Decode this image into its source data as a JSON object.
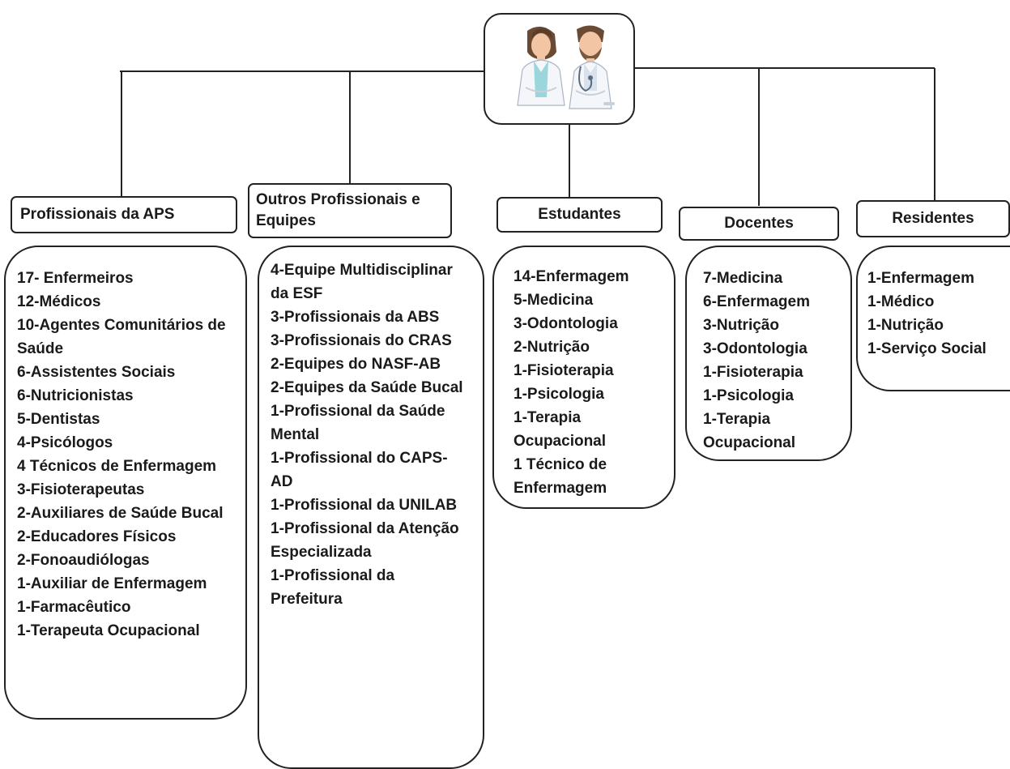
{
  "root": {
    "icon": "doctors-illustration-icon"
  },
  "columns": [
    {
      "header": "Profissionais da APS",
      "items": [
        "17- Enfermeiros",
        "12-Médicos",
        "10-Agentes Comunitários de Saúde",
        "6-Assistentes Sociais",
        "6-Nutricionistas",
        "5-Dentistas",
        "4-Psicólogos",
        "4 Técnicos de Enfermagem",
        "3-Fisioterapeutas",
        "2-Auxiliares de Saúde Bucal",
        "2-Educadores Físicos",
        "2-Fonoaudiólogas",
        "1-Auxiliar de Enfermagem",
        "1-Farmacêutico",
        "1-Terapeuta Ocupacional"
      ]
    },
    {
      "header": "Outros Profissionais e Equipes",
      "items": [
        "4-Equipe Multidisciplinar da ESF",
        "3-Profissionais da ABS",
        "3-Profissionais do CRAS",
        "2-Equipes do NASF-AB",
        "2-Equipes da Saúde Bucal",
        "1-Profissional da Saúde Mental",
        "1-Profissional do CAPS-AD",
        "1-Profissional da UNILAB",
        "1-Profissional da Atenção Especializada",
        "1-Profissional da Prefeitura"
      ]
    },
    {
      "header": "Estudantes",
      "items": [
        "14-Enfermagem",
        "5-Medicina",
        "3-Odontologia",
        "2-Nutrição",
        "1-Fisioterapia",
        "1-Psicologia",
        "1-Terapia Ocupacional",
        "1 Técnico de Enfermagem"
      ]
    },
    {
      "header": "Docentes",
      "items": [
        "7-Medicina",
        "6-Enfermagem",
        "3-Nutrição",
        "3-Odontologia",
        "1-Fisioterapia",
        "1-Psicologia",
        "1-Terapia Ocupacional"
      ]
    },
    {
      "header": "Residentes",
      "items": [
        "1-Enfermagem",
        "1-Médico",
        "1-Nutrição",
        "1-Serviço Social"
      ]
    }
  ]
}
